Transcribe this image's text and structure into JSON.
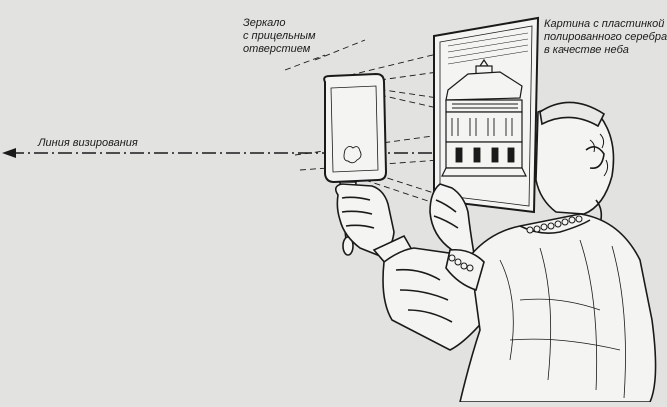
{
  "labels": {
    "mirror": [
      "Зеркало",
      "с прицельным",
      "отверстием"
    ],
    "painting": [
      "Картина с пластинкой",
      "полированного серебра",
      "в качестве неба"
    ],
    "sight_line": "Линия визирования"
  },
  "colors": {
    "background": "#e2e2e0",
    "ink": "#1a1a1a",
    "paper": "#f4f4f2"
  }
}
